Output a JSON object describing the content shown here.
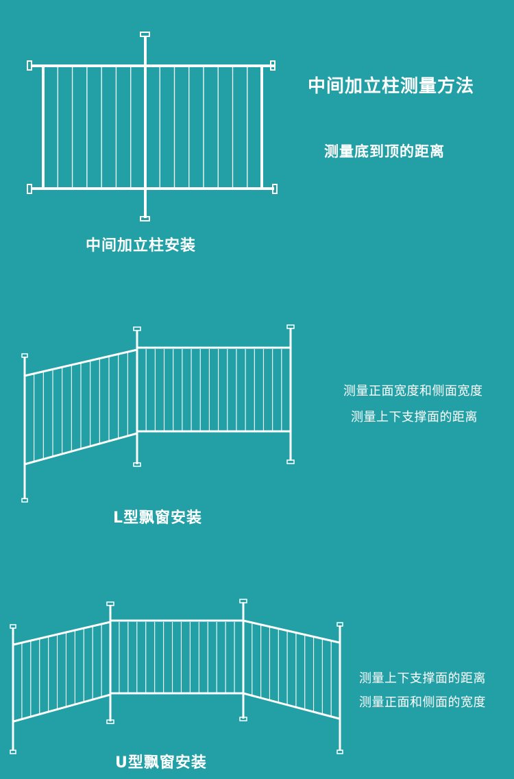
{
  "section1": {
    "heading": "中间加立柱测量方法",
    "instruction": "测量底到顶的距离",
    "caption": "中间加立柱安装"
  },
  "section2": {
    "instruction_line1": "测量正面宽度和侧面宽度",
    "instruction_line2": "测量上下支撑面的距离",
    "caption": "L型飘窗安装"
  },
  "section3": {
    "instruction_line1": "测量上下支撑面的距离",
    "instruction_line2": "测量正面和侧面的宽度",
    "caption": "U型飘窗安装"
  },
  "colors": {
    "background": "#23A0A6",
    "foreground": "#ffffff"
  },
  "icons": [
    "fence-middle-post-icon",
    "fence-l-shape-icon",
    "fence-u-shape-icon"
  ]
}
